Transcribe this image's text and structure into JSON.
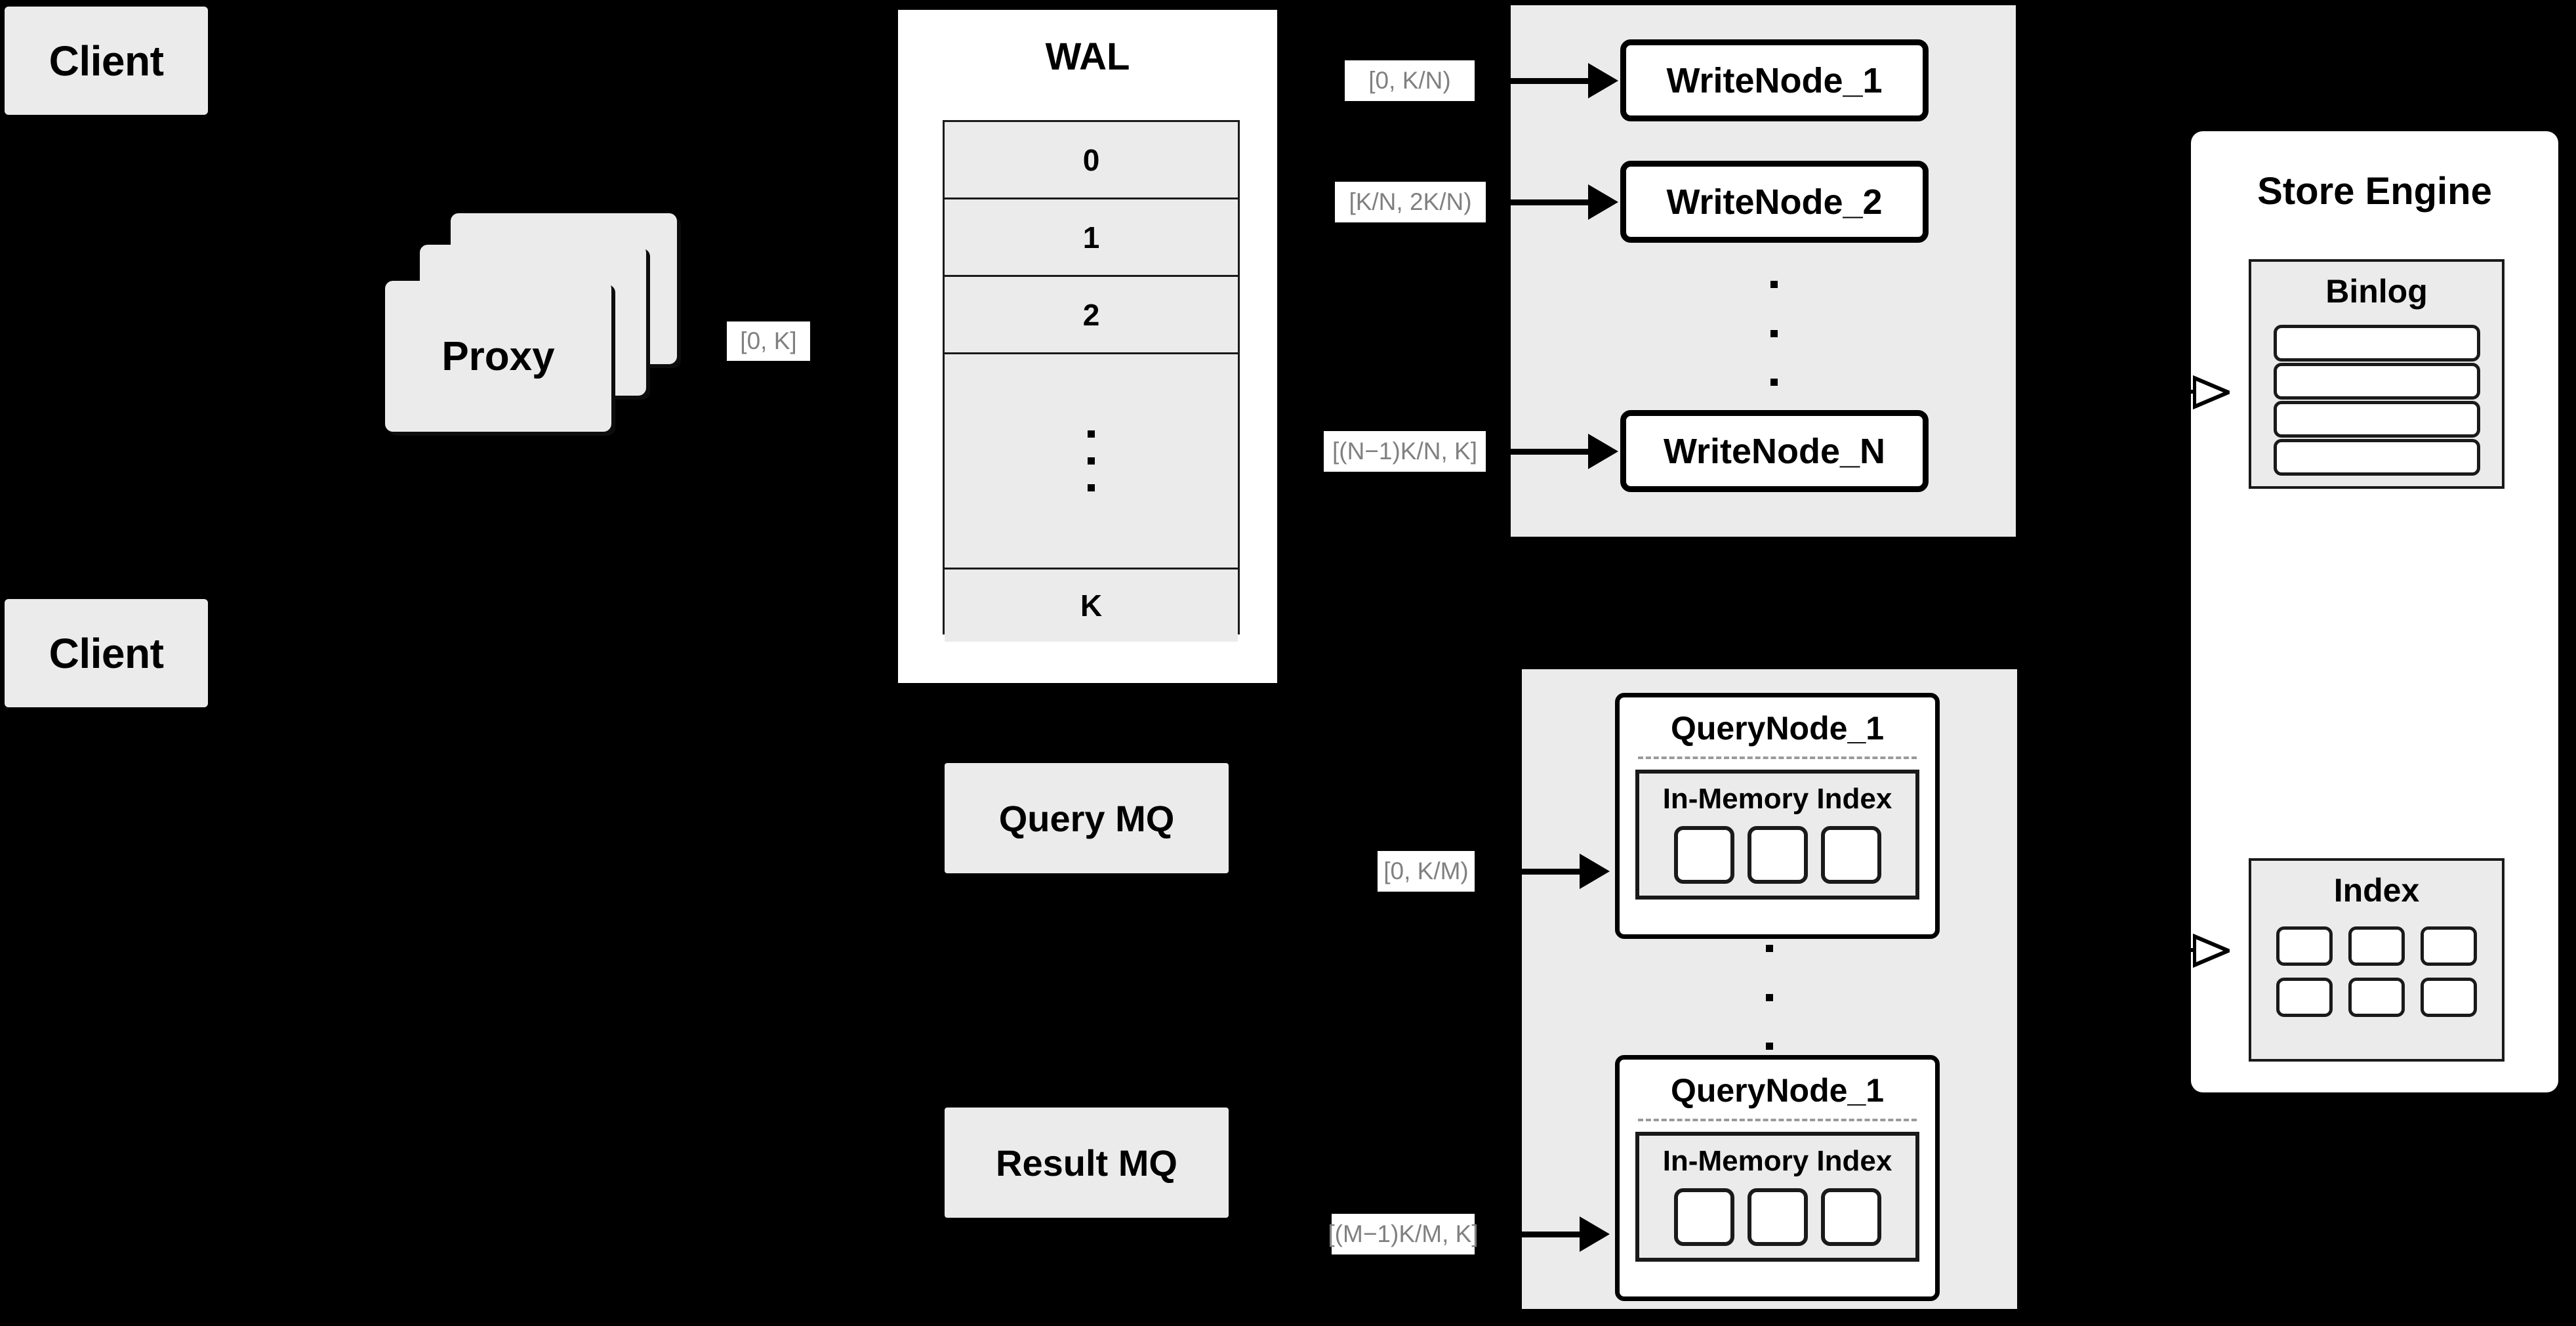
{
  "diagram": {
    "background_color": "#000000",
    "accent_gray": "#ebebeb",
    "label_text_color": "#808080"
  },
  "clients": [
    {
      "label": "Client"
    },
    {
      "label": "Client"
    }
  ],
  "proxy": {
    "label": "Proxy",
    "stack_count": 3
  },
  "proxy_range_label": "[0, K]",
  "wal": {
    "title": "WAL",
    "cells": [
      "0",
      "1",
      "2",
      "⋮",
      "K"
    ],
    "dots_count": 3
  },
  "mq": {
    "query": "Query MQ",
    "result": "Result MQ"
  },
  "write_cluster": {
    "nodes": [
      {
        "label": "WriteNode_1",
        "range": "[0,  K/N)"
      },
      {
        "label": "WriteNode_2",
        "range": "[K/N, 2K/N)"
      },
      {
        "label": "WriteNode_N",
        "range": "[(N−1)K/N,  K]"
      }
    ],
    "ellipsis_dots": 3
  },
  "query_cluster": {
    "nodes": [
      {
        "label": "QueryNode_1",
        "range": "[0, K/M)",
        "inner": {
          "title": "In-Memory Index",
          "cell_count": 3
        }
      },
      {
        "label": "QueryNode_1",
        "range": "[(M−1)K/M, K]",
        "inner": {
          "title": "In-Memory Index",
          "cell_count": 3
        }
      }
    ],
    "ellipsis_dots": 3
  },
  "store_engine": {
    "title": "Store Engine",
    "binlog": {
      "title": "Binlog",
      "row_count": 4
    },
    "index": {
      "title": "Index",
      "cell_count": 6
    }
  }
}
